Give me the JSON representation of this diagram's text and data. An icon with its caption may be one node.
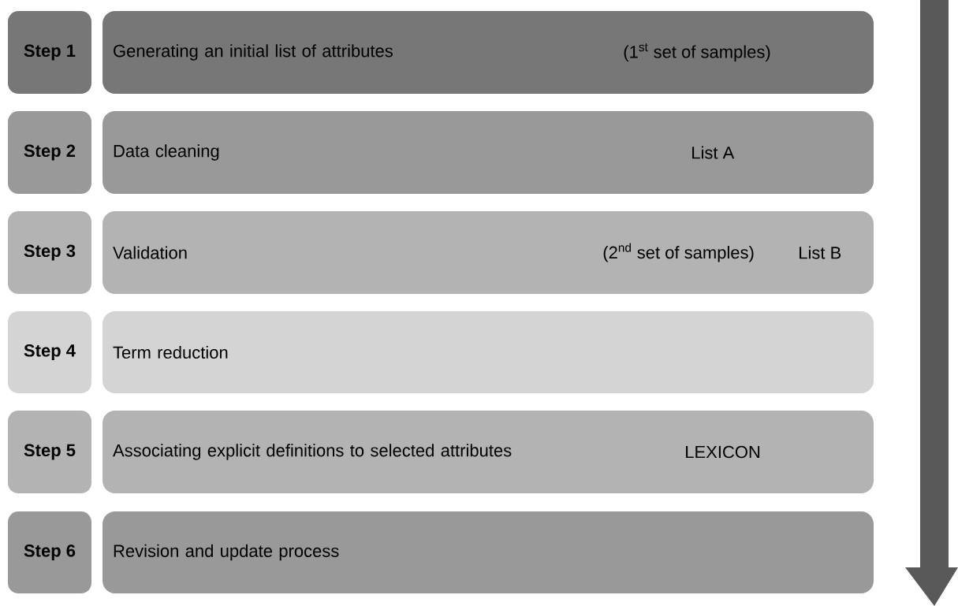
{
  "diagram": {
    "nodes": [
      {
        "text": [
          "Step 1"
        ]
      },
      {
        "text": [
          "Generating an initial list of attributes",
          "(1$^{st}$ set of samples)"
        ]
      },
      {
        "text": [
          "Step 2"
        ]
      },
      {
        "text": [
          "Data cleaning",
          "List A"
        ]
      },
      {
        "text": [
          "Step 3"
        ]
      },
      {
        "text": [
          "Validation",
          "(2$^{nd}$ set of samples)",
          "List B"
        ]
      },
      {
        "text": [
          "Step 4"
        ]
      },
      {
        "text": [
          "Term reduction"
        ]
      },
      {
        "text": [
          "Step 5"
        ]
      },
      {
        "text": [
          "Associating explicit definitions to selected attributes",
          "LEXICON"
        ]
      },
      {
        "text": [
          "Step 6"
        ]
      },
      {
        "text": [
          "Revision and update process"
        ]
      }
    ]
  }
}
